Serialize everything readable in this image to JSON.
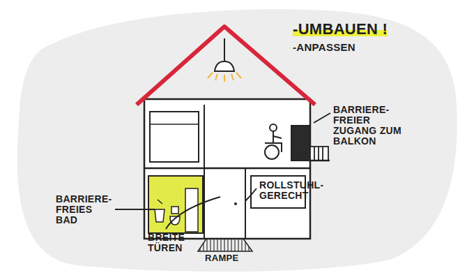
{
  "diagram": {
    "labels": [
      "-UMBAUEN !",
      "-ANPASSEN",
      "BARRIERE-FREIER ZUGANG ZUM BALKON",
      "ROLLSTUHL-GERECHT",
      "RAMPE",
      "BARRIERE-FREIES BAD",
      "BREITE TÜREN"
    ]
  }
}
